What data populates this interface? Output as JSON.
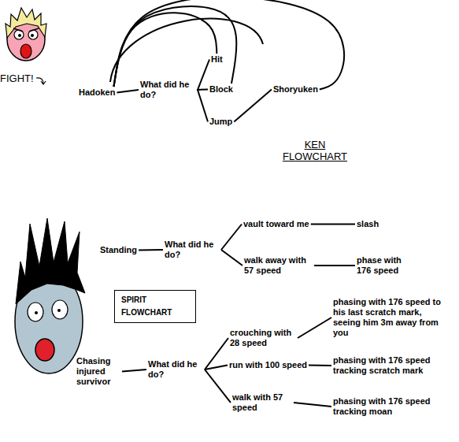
{
  "diagram": {
    "nodes": [
      {
        "text": [
          "Hadoken"
        ]
      },
      {
        "text": [
          "What did he do?"
        ]
      },
      {
        "text": [
          "Hit"
        ]
      },
      {
        "text": [
          "Block"
        ]
      },
      {
        "text": [
          "Jump"
        ]
      },
      {
        "text": [
          "Shoryuken"
        ]
      },
      {
        "text": [
          "Standing"
        ]
      },
      {
        "text": [
          "What did he do?"
        ]
      },
      {
        "text": [
          "vault toward me"
        ]
      },
      {
        "text": [
          "slash"
        ]
      },
      {
        "text": [
          "walk away with 57 speed"
        ]
      },
      {
        "text": [
          "phase with 176 speed"
        ]
      },
      {
        "text": [
          "SPIRIT FLOWCHART"
        ]
      },
      {
        "text": [
          "Chasing injured survivor"
        ]
      },
      {
        "text": [
          "What did he do?"
        ]
      },
      {
        "text": [
          "crouching with 28 speed"
        ]
      },
      {
        "text": [
          "phasing with 176 speed to his last scratch mark, seeing him 3m away from you"
        ]
      },
      {
        "text": [
          "run with 100 speed"
        ]
      },
      {
        "text": [
          "phasing with 176 speed tracking scratch mark"
        ]
      },
      {
        "text": [
          "walk with 57 speed"
        ]
      },
      {
        "text": [
          "phasing with 176 speed tracking moan"
        ]
      }
    ],
    "edges": [
      {
        "from": 0,
        "to": 1,
        "arrow": "none"
      },
      {
        "from": 1,
        "to": 2,
        "arrow": "none"
      },
      {
        "from": 1,
        "to": 3,
        "arrow": "none"
      },
      {
        "from": 1,
        "to": 4,
        "arrow": "none"
      },
      {
        "from": 4,
        "to": 5,
        "arrow": "none"
      },
      {
        "from": 2,
        "to": 0,
        "arrow": "none"
      },
      {
        "from": 3,
        "to": 0,
        "arrow": "none"
      },
      {
        "from": 5,
        "to": 0,
        "arrow": "none"
      },
      {
        "from": 6,
        "to": 7,
        "arrow": "none"
      },
      {
        "from": 7,
        "to": 8,
        "arrow": "none"
      },
      {
        "from": 8,
        "to": 9,
        "arrow": "none"
      },
      {
        "from": 7,
        "to": 10,
        "arrow": "none"
      },
      {
        "from": 10,
        "to": 11,
        "arrow": "none"
      },
      {
        "from": 13,
        "to": 14,
        "arrow": "none"
      },
      {
        "from": 14,
        "to": 15,
        "arrow": "none"
      },
      {
        "from": 15,
        "to": 16,
        "arrow": "none"
      },
      {
        "from": 14,
        "to": 17,
        "arrow": "none"
      },
      {
        "from": 17,
        "to": 18,
        "arrow": "none"
      },
      {
        "from": 14,
        "to": 19,
        "arrow": "none"
      },
      {
        "from": 19,
        "to": 20,
        "arrow": "none"
      }
    ],
    "labels": [
      "FIGHT!",
      "KEN FLOWCHART"
    ]
  }
}
